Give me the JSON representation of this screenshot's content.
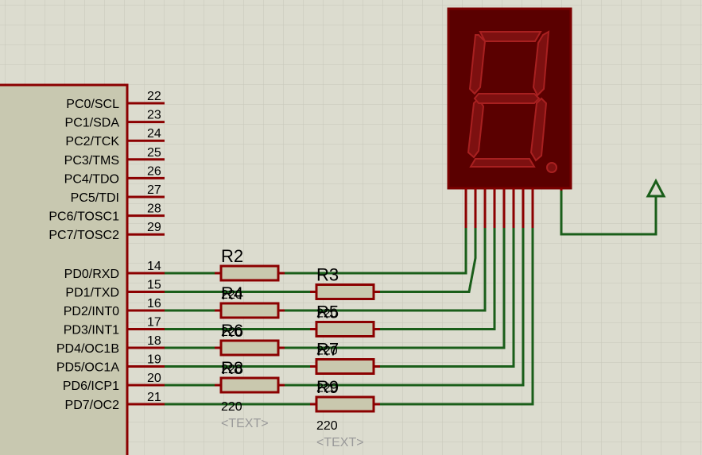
{
  "mcu": {
    "pins_c": [
      {
        "name": "PC0/SCL",
        "num": "22"
      },
      {
        "name": "PC1/SDA",
        "num": "23"
      },
      {
        "name": "PC2/TCK",
        "num": "24"
      },
      {
        "name": "PC3/TMS",
        "num": "25"
      },
      {
        "name": "PC4/TDO",
        "num": "26"
      },
      {
        "name": "PC5/TDI",
        "num": "27"
      },
      {
        "name": "PC6/TOSC1",
        "num": "28"
      },
      {
        "name": "PC7/TOSC2",
        "num": "29"
      }
    ],
    "pins_d": [
      {
        "name": "PD0/RXD",
        "num": "14"
      },
      {
        "name": "PD1/TXD",
        "num": "15"
      },
      {
        "name": "PD2/INT0",
        "num": "16"
      },
      {
        "name": "PD3/INT1",
        "num": "17"
      },
      {
        "name": "PD4/OC1B",
        "num": "18"
      },
      {
        "name": "PD5/OC1A",
        "num": "19"
      },
      {
        "name": "PD6/ICP1",
        "num": "20"
      },
      {
        "name": "PD7/OC2",
        "num": "21"
      }
    ]
  },
  "resistors_left": [
    {
      "label": "R2",
      "value": "220"
    },
    {
      "label": "R4",
      "value": "220"
    },
    {
      "label": "R6",
      "value": "220"
    },
    {
      "label": "R8",
      "value": "220"
    }
  ],
  "resistors_right": [
    {
      "label": "R3",
      "value": "220"
    },
    {
      "label": "R5",
      "value": "220"
    },
    {
      "label": "R7",
      "value": "220"
    },
    {
      "label": "R9",
      "value": "220"
    }
  ],
  "text_placeholders": [
    "<TEXT>",
    "<TEXT>"
  ],
  "colors": {
    "background": "#dcdccf",
    "grid": "#c8c8bc",
    "body_outline": "#8b0000",
    "mcu_fill": "#c8c8b0",
    "wire": "#1a5e1a",
    "resistor_fill": "#c9c8ae",
    "display_bg": "#5a0000",
    "segment": "#8a1414"
  }
}
